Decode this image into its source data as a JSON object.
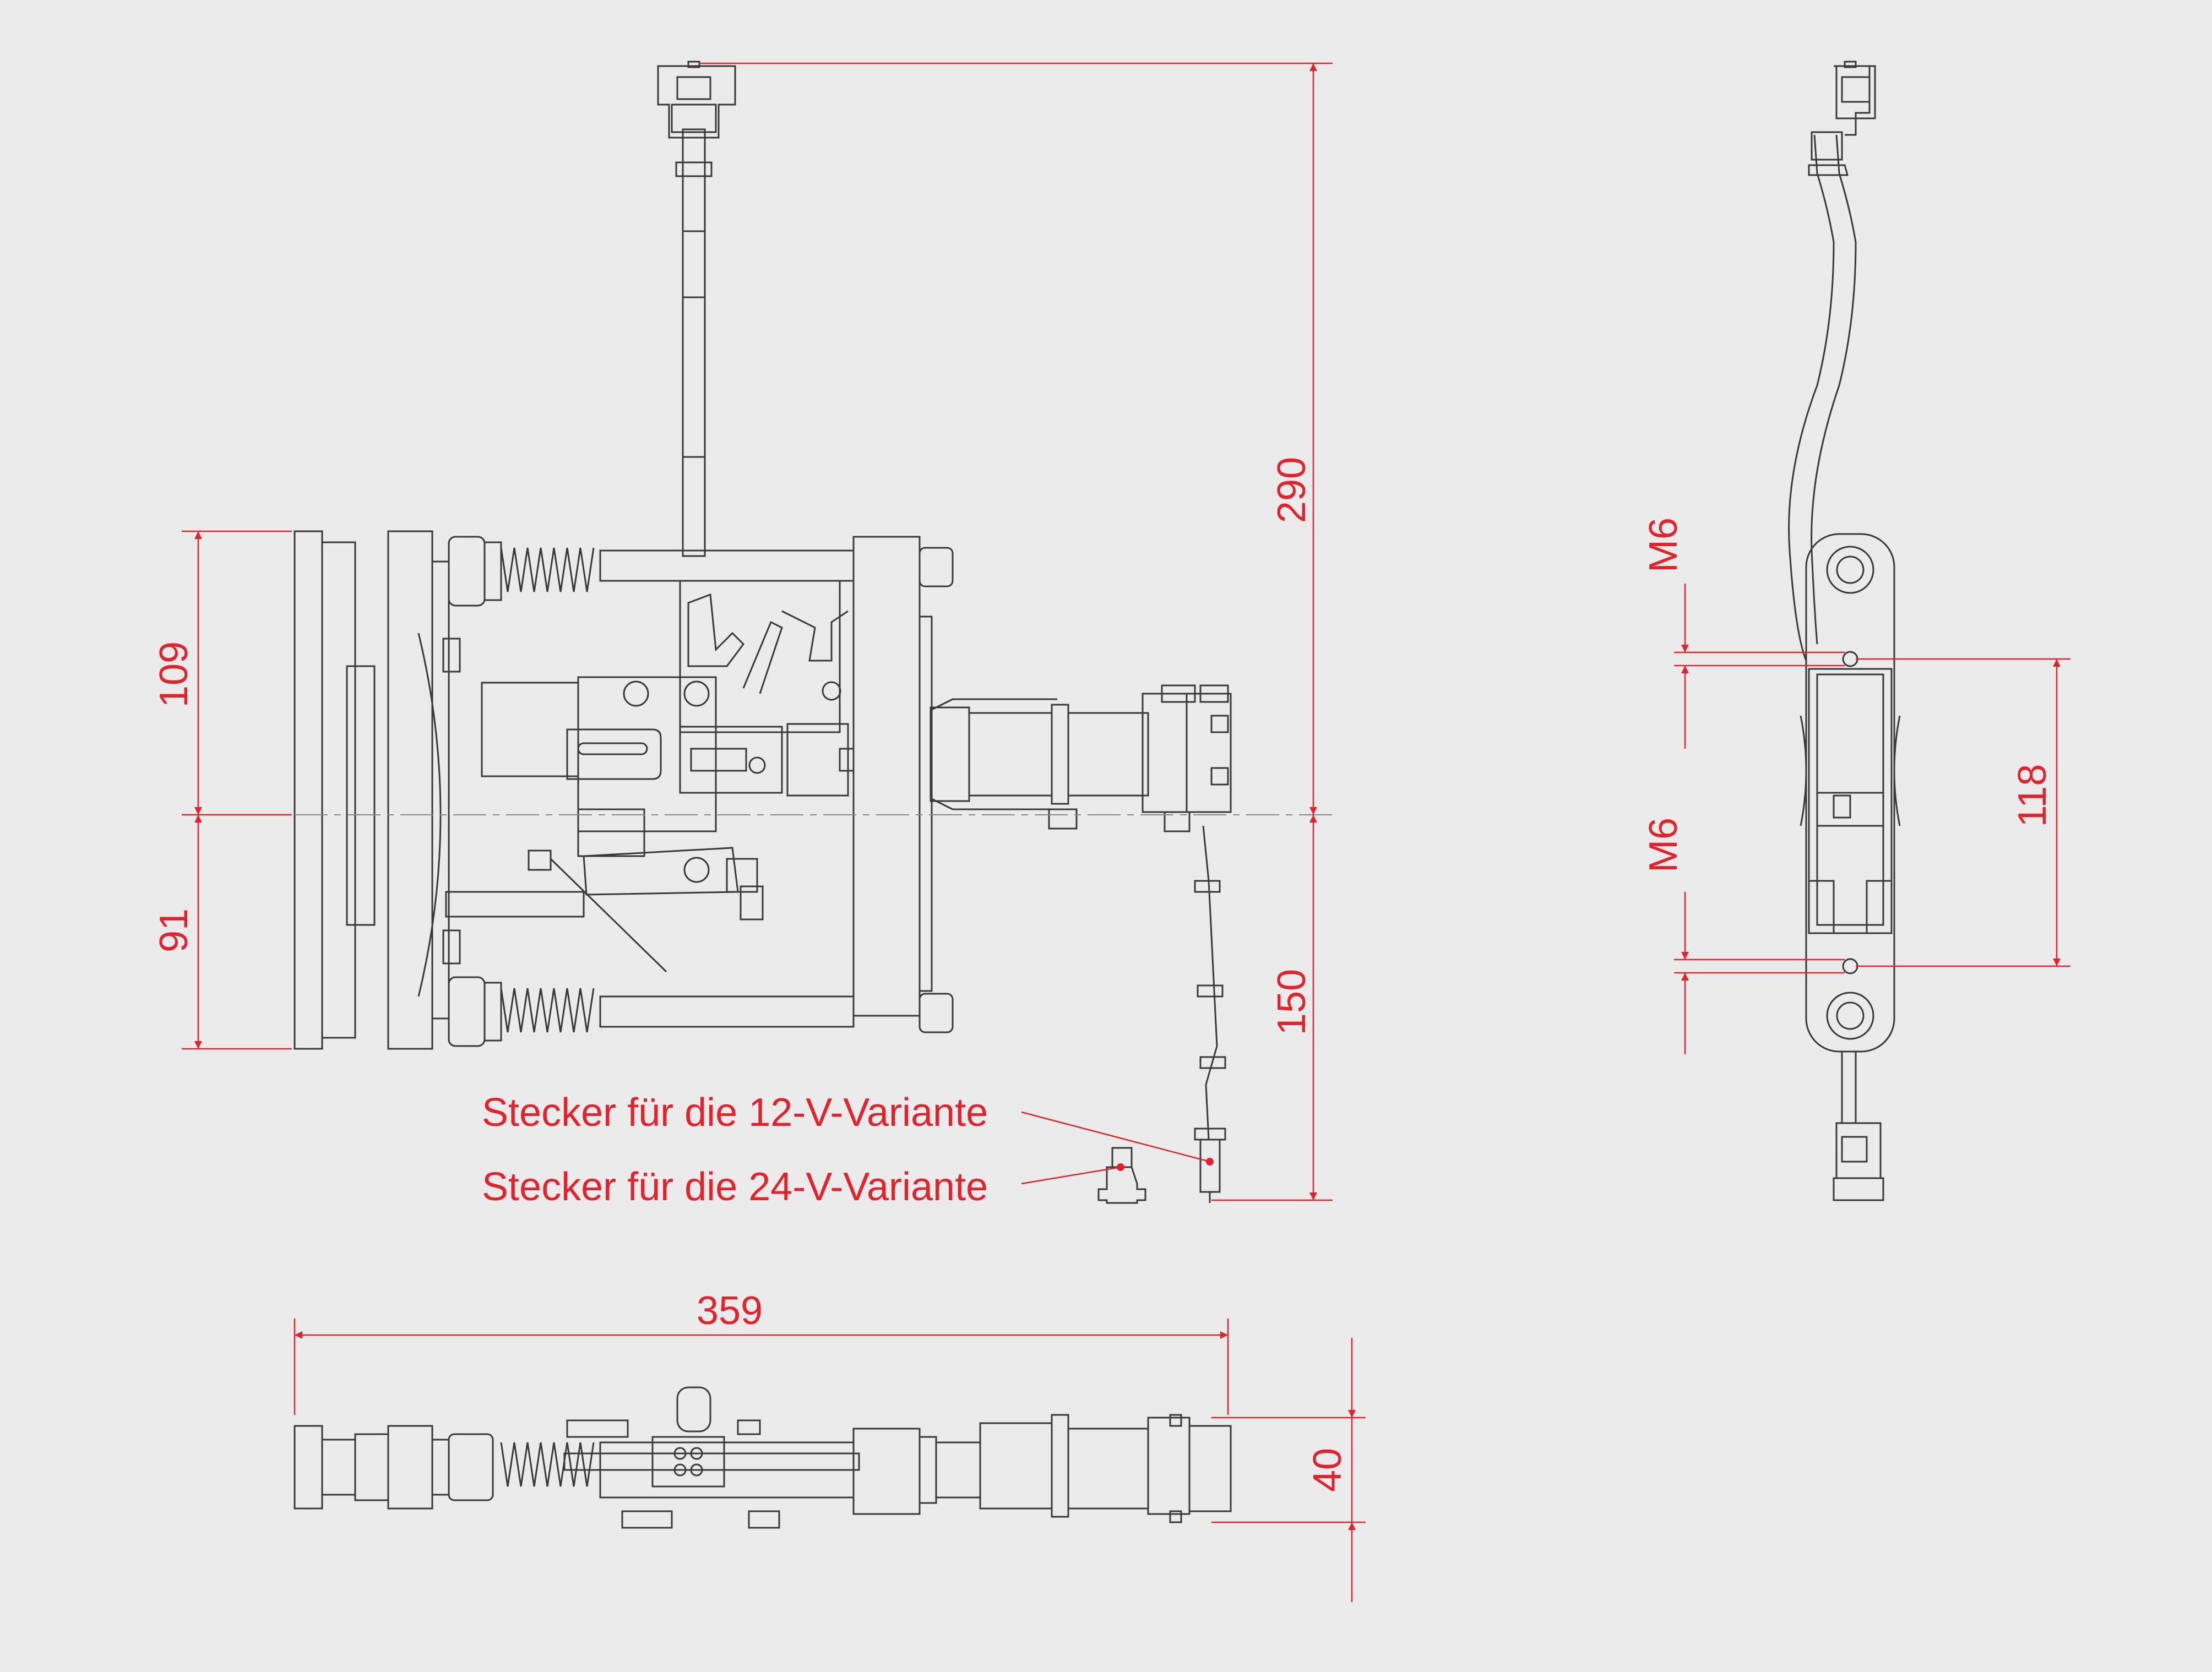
{
  "dimensions": {
    "top_height": "290",
    "lower_height": "150",
    "upper_offset": "109",
    "lower_offset": "91",
    "width": "359",
    "depth": "40",
    "hole_spacing": "118",
    "thread_upper": "M6",
    "thread_lower": "M6"
  },
  "labels": {
    "plug_12v": "Stecker für die 12-V-Variante",
    "plug_24v": "Stecker für die 24-V-Variante"
  },
  "colors": {
    "background": "#ebebeb",
    "line": "#3a3a3a",
    "dimension": "#e2232b"
  }
}
